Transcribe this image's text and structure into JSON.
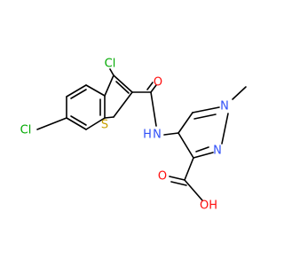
{
  "colors": {
    "bond": "#000000",
    "Cl": "#00aa00",
    "S": "#c8a000",
    "N": "#3050f8",
    "O": "#ff0d0d"
  },
  "atoms": {
    "cl_top": "Cl",
    "cl_left": "Cl",
    "s_ring": "S",
    "o_carbonyl": "O",
    "n_amide": "N",
    "h_amide": "H",
    "n_pyrazole_1": "N",
    "n_pyrazole_2": "N",
    "o_acid": "O",
    "oh_acid": "OH"
  }
}
